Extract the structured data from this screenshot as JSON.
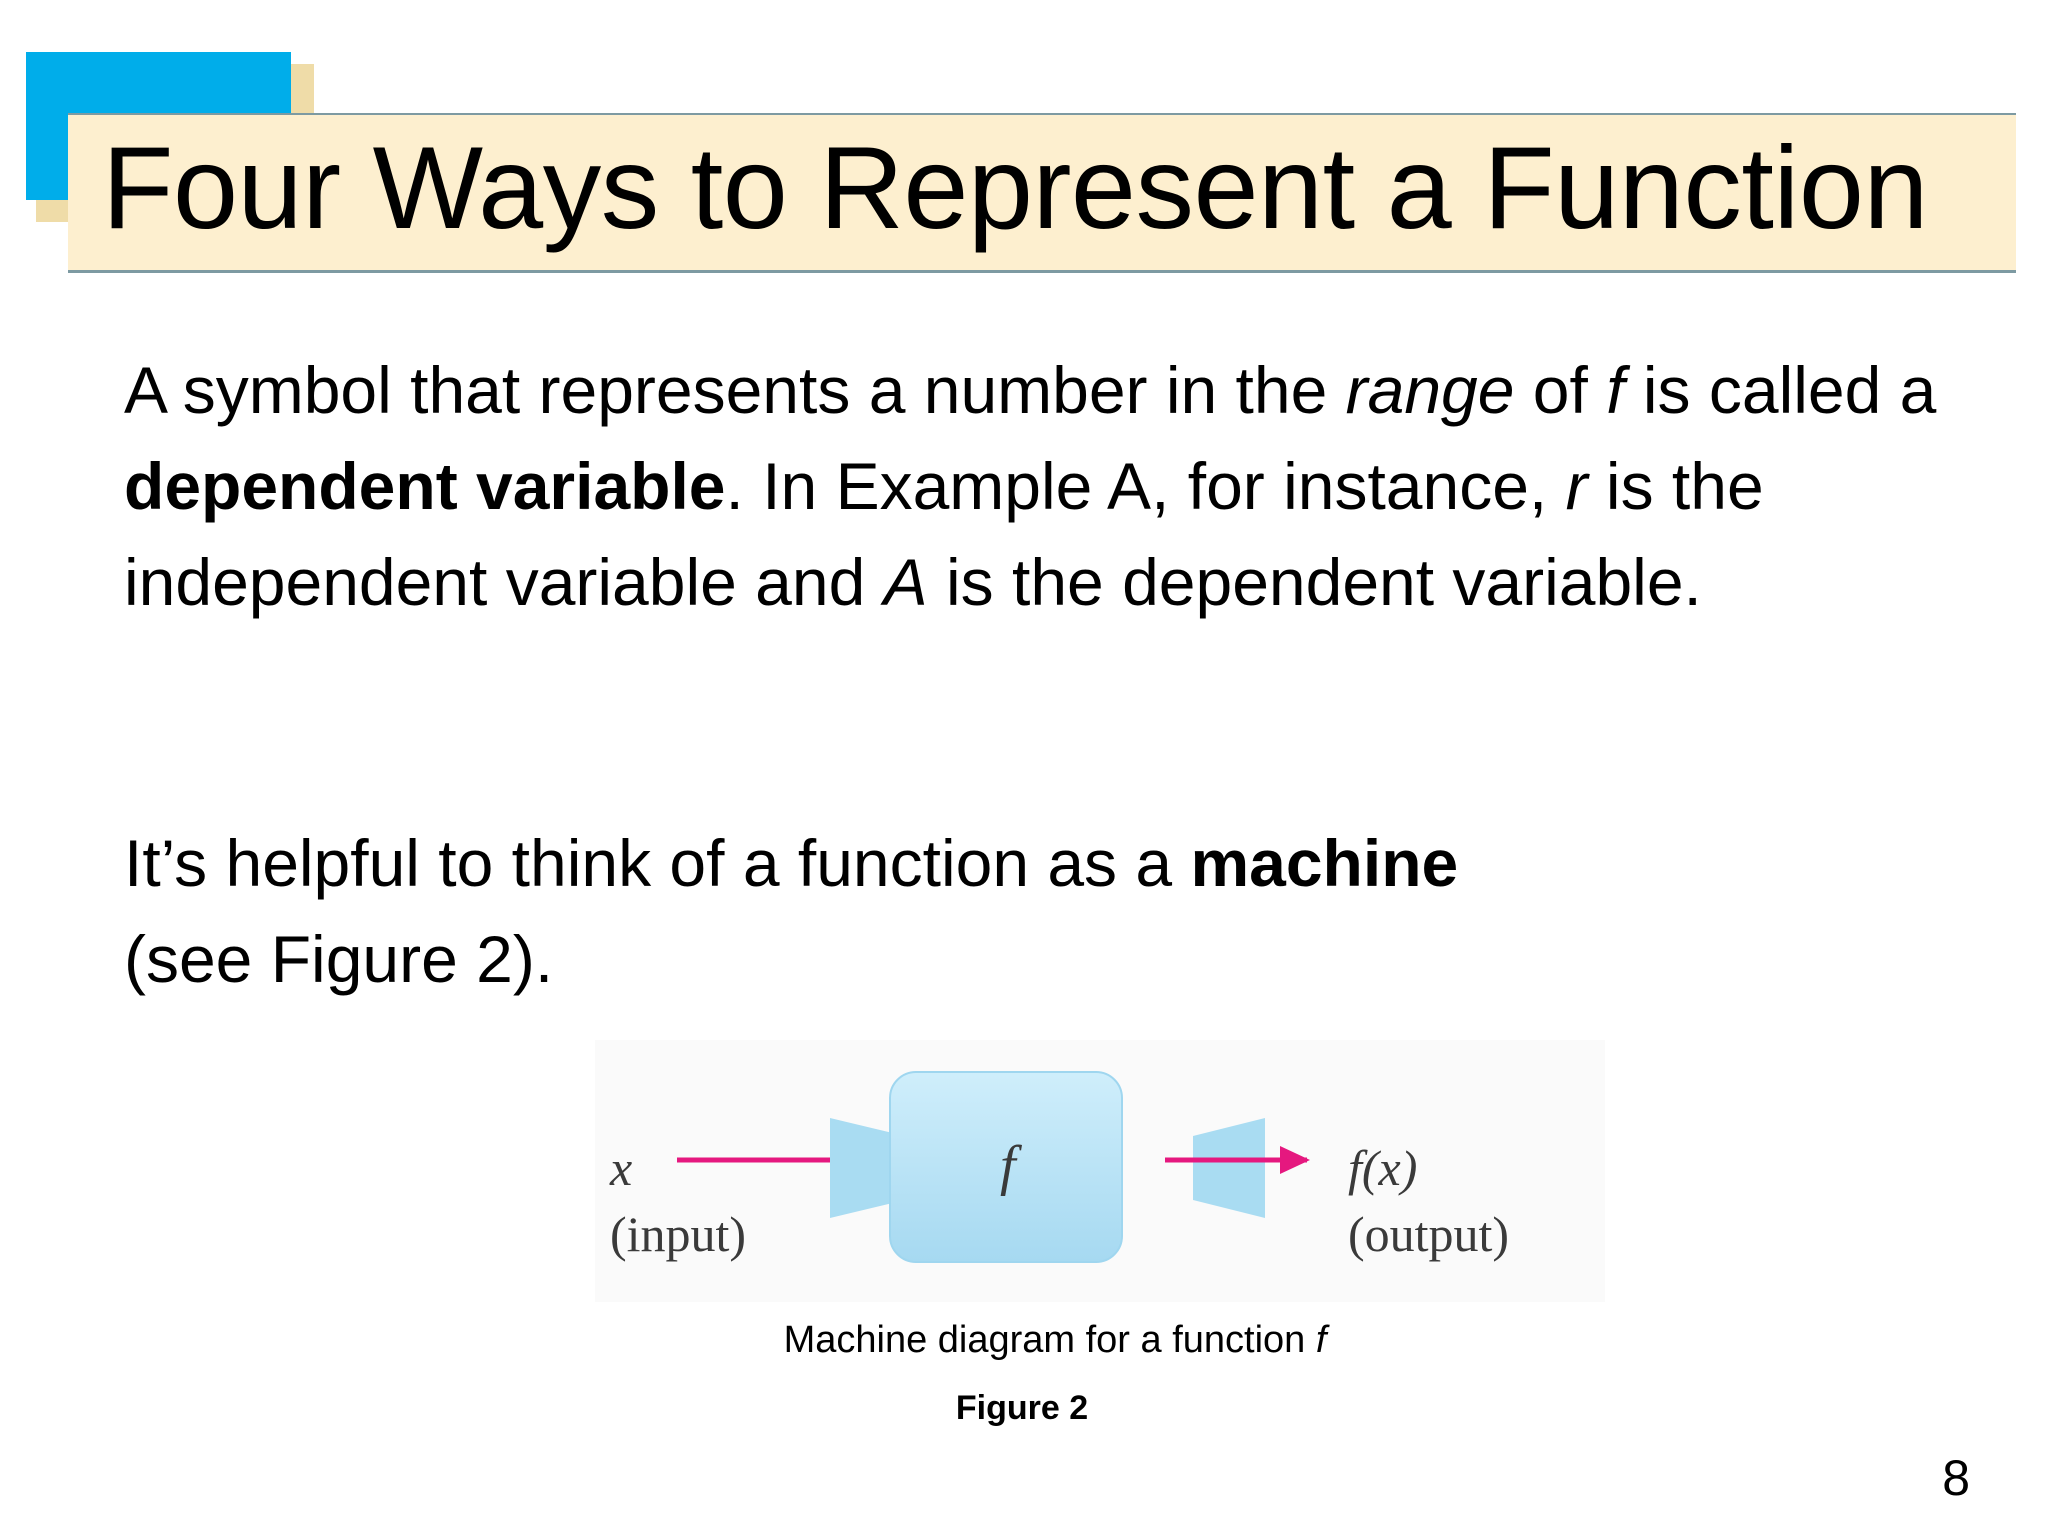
{
  "slide": {
    "title": "Four Ways to Represent a Function",
    "paragraphs": [
      {
        "segments": [
          {
            "text": "A symbol that represents a number in the ",
            "style": "normal"
          },
          {
            "text": "range",
            "style": "italic"
          },
          {
            "text": " of ",
            "style": "normal"
          },
          {
            "text": "f",
            "style": "italic"
          },
          {
            "text": " is called a ",
            "style": "normal"
          },
          {
            "text": "dependent variable",
            "style": "bold"
          },
          {
            "text": ". In Example A, for instance, ",
            "style": "normal"
          },
          {
            "text": "r",
            "style": "italic"
          },
          {
            "text": " is the independent variable and ",
            "style": "normal"
          },
          {
            "text": "A",
            "style": "italic"
          },
          {
            "text": " is the dependent variable.",
            "style": "normal"
          }
        ]
      },
      {
        "segments": [
          {
            "text": "It’s helpful to think of a function as a ",
            "style": "normal"
          },
          {
            "text": "machine",
            "style": "bold"
          },
          {
            "text": " (see Figure 2).",
            "style": "normal"
          }
        ]
      }
    ],
    "figure": {
      "input_variable": "x",
      "input_label": "(input)",
      "machine_label": "f",
      "output_variable": "f(x)",
      "output_label": "(output)",
      "caption": "Machine diagram for a function ",
      "caption_italic": "f",
      "figure_label": "Figure 2"
    },
    "page_number": "8"
  },
  "colors": {
    "accent_square": "#00adea",
    "title_band": "#fdefcf",
    "rule_line": "#7d9aa2",
    "machine_fill": "#b3e0f4",
    "arrow": "#e5187f"
  },
  "icons": [
    "arrow-right-icon",
    "machine-icon"
  ]
}
